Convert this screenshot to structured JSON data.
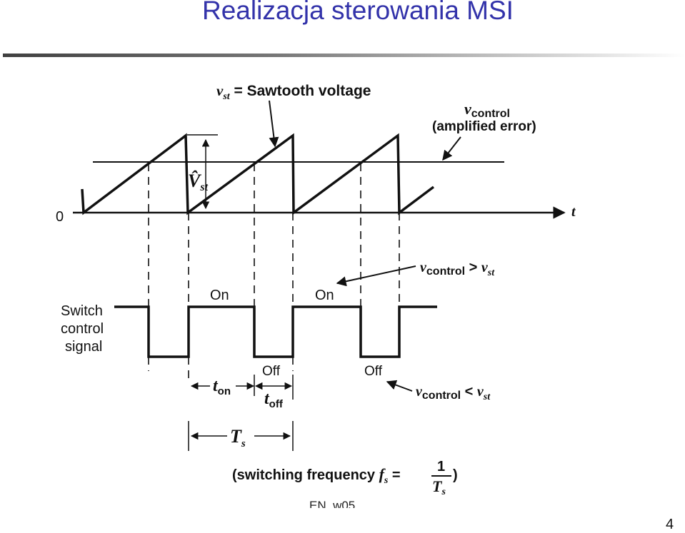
{
  "slide": {
    "title": "Realizacja sterowania MSI",
    "footer": "EN_w05",
    "number": "4"
  },
  "diagram": {
    "vst_sym": "v",
    "vst_sub": "st",
    "vst_rest": " = Sawtooth voltage",
    "vcontrol_sym": "v",
    "vcontrol_sub": "control",
    "amplified": "(amplified error)",
    "origin": "0",
    "t_axis": "t",
    "vhat": "V̂",
    "vhat_sub": "st",
    "switch_label": [
      "Switch",
      "control",
      "signal"
    ],
    "on_label": "On",
    "off_label": "Off",
    "cond_gt_sub": "control",
    "cond_gt_rel": " > ",
    "cond_lt_rel": " < ",
    "ton": "t",
    "ton_sub": "on",
    "toff": "t",
    "toff_sub": "off",
    "Ts": "T",
    "Ts_sub": "s",
    "freq_text": "(switching frequency ",
    "freq_fs": "f",
    "freq_fs_sub": "s",
    "freq_eq": " = ",
    "freq_num": "1",
    "freq_den": "T",
    "freq_den_sub": "s",
    "freq_close": ")"
  }
}
